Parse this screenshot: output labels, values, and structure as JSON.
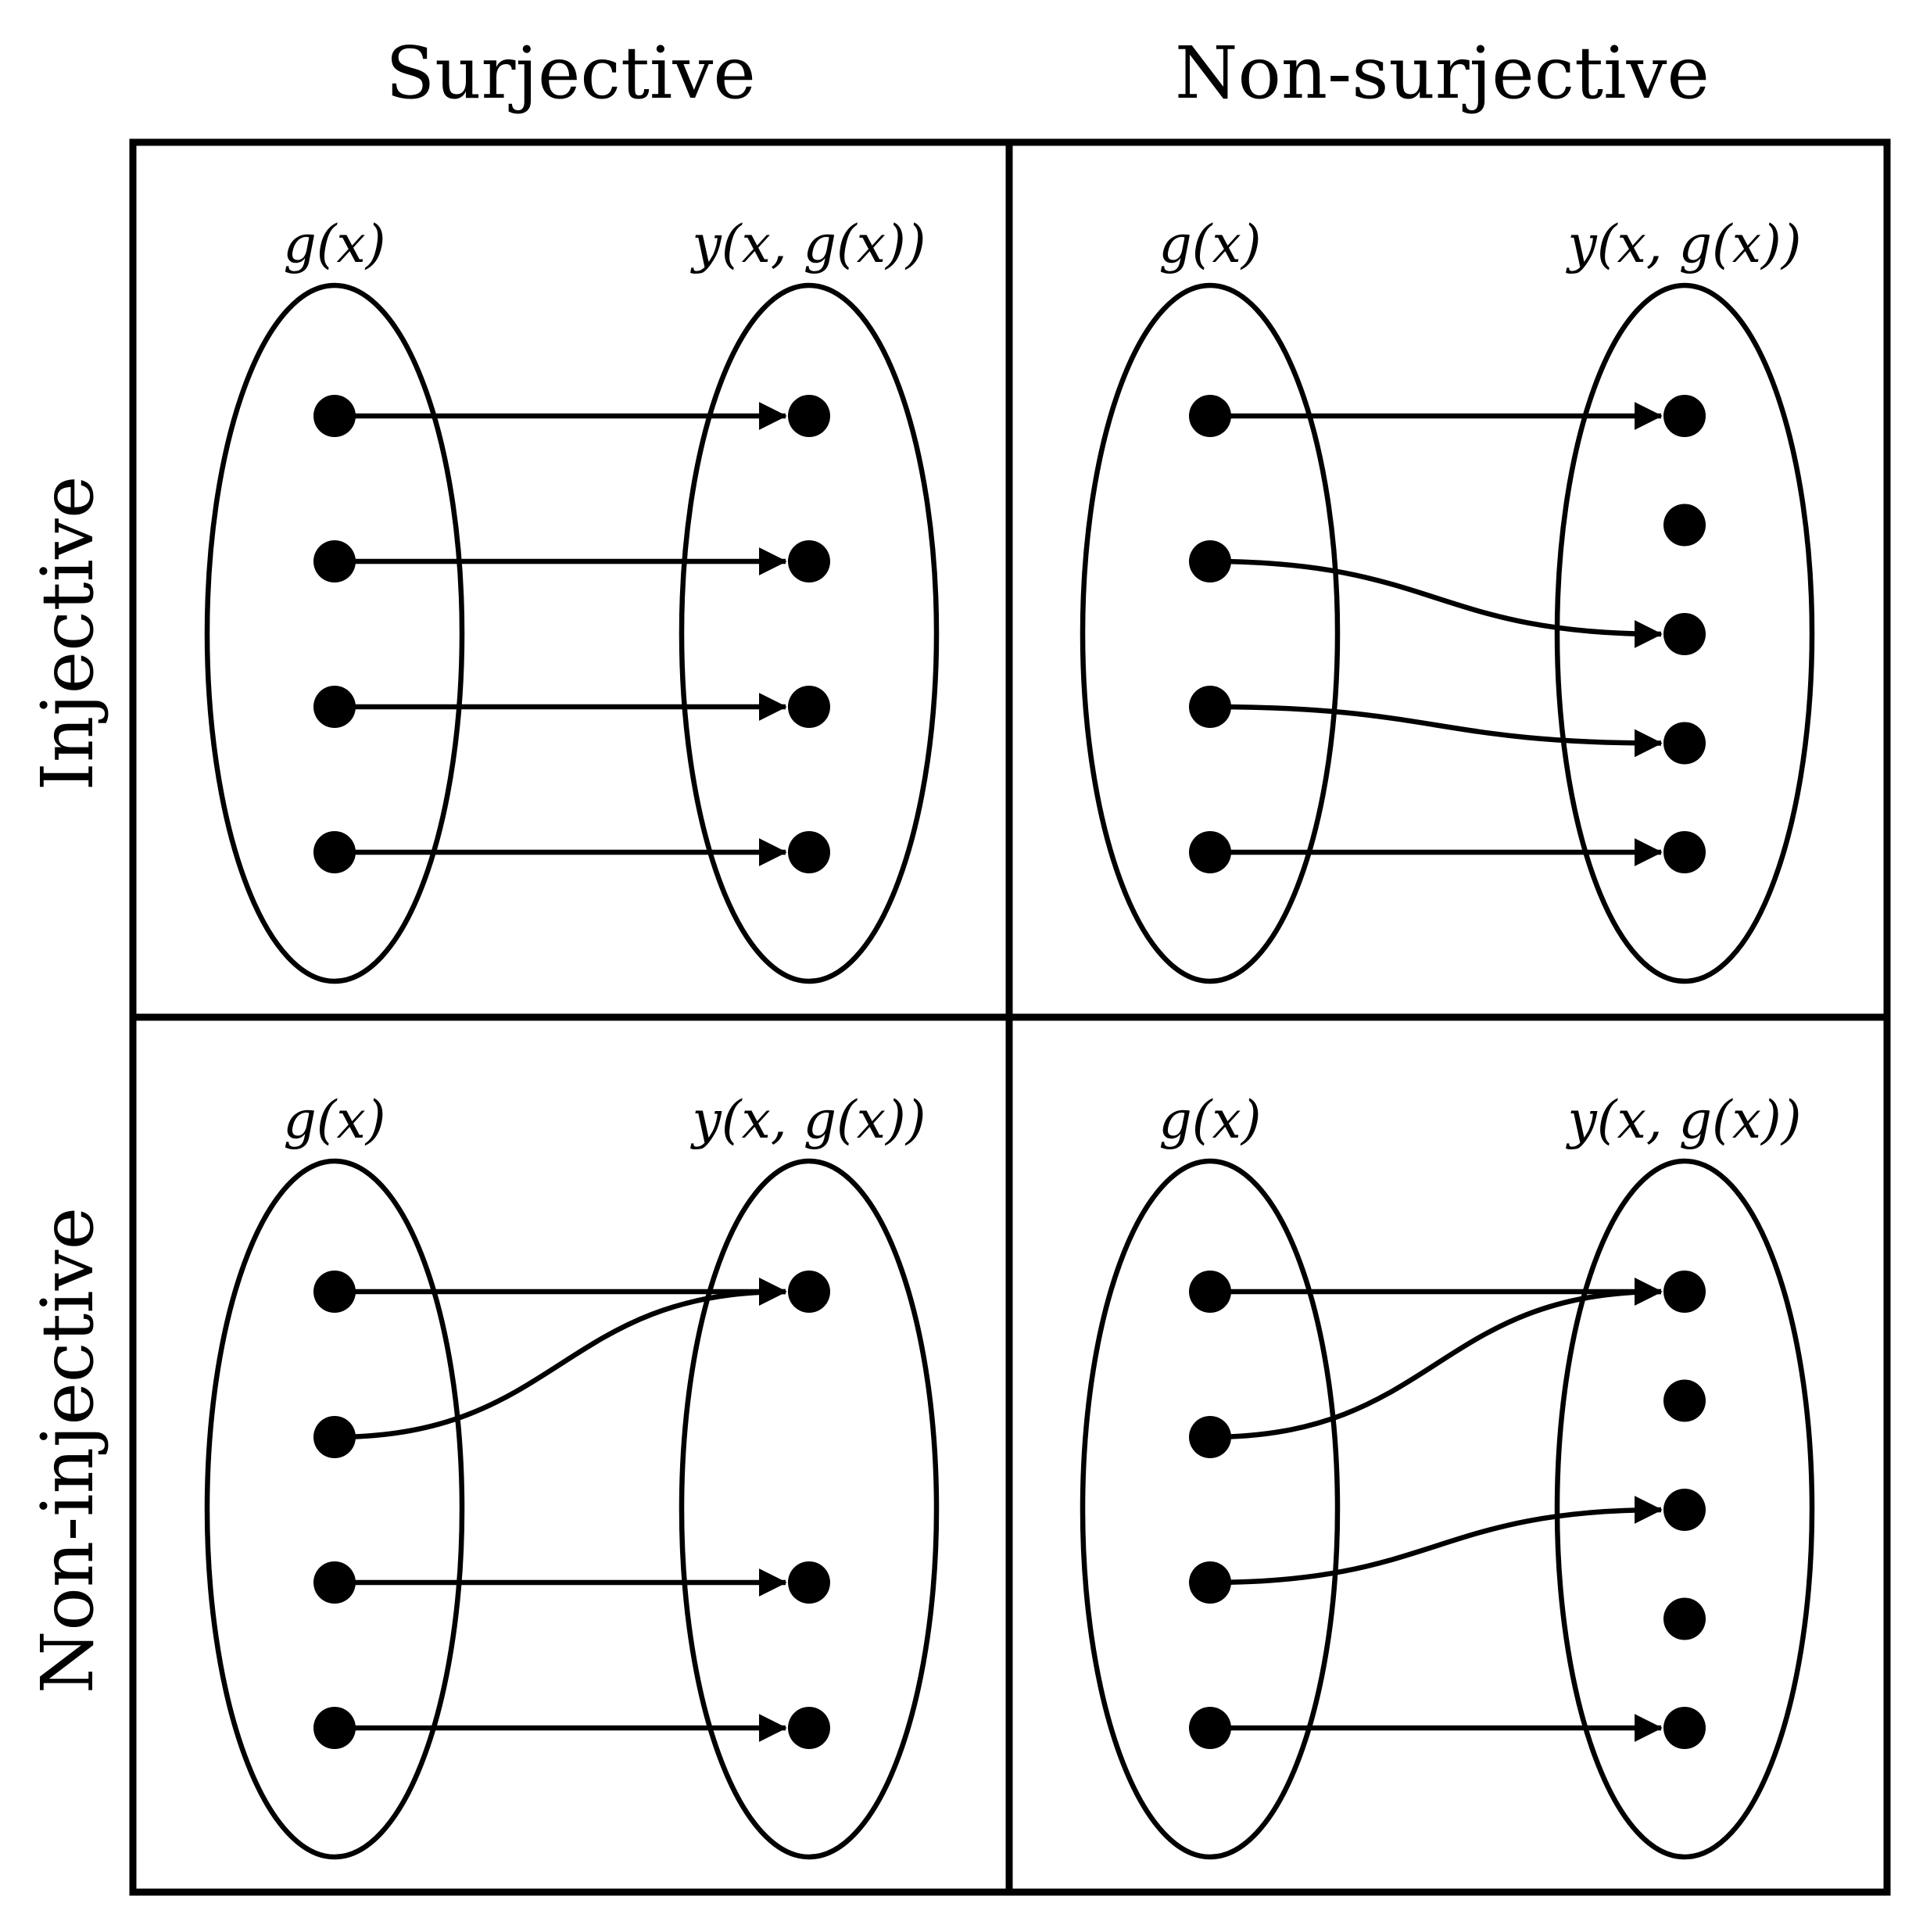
{
  "column_headers": [
    "Surjective",
    "Non-surjective"
  ],
  "row_headers": [
    "Injective",
    "Non-injective"
  ],
  "panels": [
    {
      "row_label": "Injective",
      "col_label": "Surjective",
      "domain_label": "g(x)",
      "codomain_label": "y(x, g(x))",
      "domain_levels": [
        0,
        1,
        2,
        3
      ],
      "codomain_levels": [
        0,
        1,
        2,
        3
      ],
      "mappings": [
        [
          0,
          0
        ],
        [
          1,
          1
        ],
        [
          2,
          2
        ],
        [
          3,
          3
        ]
      ]
    },
    {
      "row_label": "Injective",
      "col_label": "Non-surjective",
      "domain_label": "g(x)",
      "codomain_label": "y(x, g(x))",
      "domain_levels": [
        0,
        1,
        2,
        3
      ],
      "codomain_levels": [
        0,
        0.75,
        1.5,
        2.25,
        3
      ],
      "mappings": [
        [
          0,
          0
        ],
        [
          1,
          2
        ],
        [
          2,
          3
        ],
        [
          3,
          4
        ]
      ]
    },
    {
      "row_label": "Non-injective",
      "col_label": "Surjective",
      "domain_label": "g(x)",
      "codomain_label": "y(x, g(x))",
      "domain_levels": [
        0,
        1,
        2,
        3
      ],
      "codomain_levels": [
        0,
        2,
        3
      ],
      "mappings": [
        [
          0,
          0
        ],
        [
          1,
          0
        ],
        [
          2,
          1
        ],
        [
          3,
          2
        ]
      ]
    },
    {
      "row_label": "Non-injective",
      "col_label": "Non-surjective",
      "domain_label": "g(x)",
      "codomain_label": "y(x, g(x))",
      "domain_levels": [
        0,
        1,
        2,
        3
      ],
      "codomain_levels": [
        0,
        0.75,
        1.5,
        2.25,
        3
      ],
      "mappings": [
        [
          0,
          0
        ],
        [
          1,
          0
        ],
        [
          2,
          2
        ],
        [
          3,
          4
        ]
      ]
    }
  ]
}
